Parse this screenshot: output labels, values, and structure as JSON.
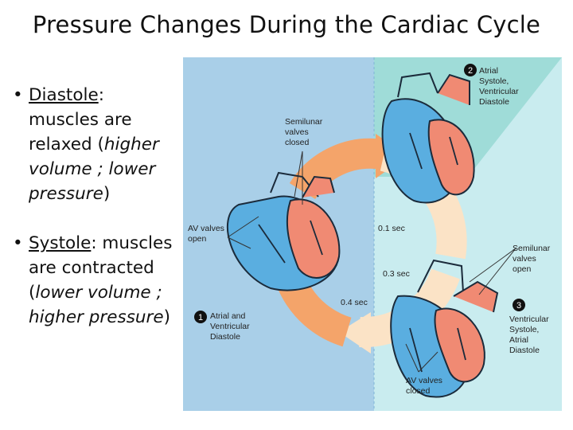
{
  "slide": {
    "title": "Pressure Changes During the Cardiac Cycle",
    "bullets": [
      {
        "term": "Diastole",
        "sep": ": ",
        "line1": "muscles are",
        "line2a": "relaxed (",
        "line2b": "higher",
        "line3": "volume ; lower",
        "line4a": "pressure",
        "line4b": ")"
      },
      {
        "term": "Systole",
        "sep": ": muscles",
        "line1": "are contracted",
        "line2a": "(",
        "line2b": "lower volume ;",
        "line3": "higher pressure",
        "line3b": ")"
      }
    ]
  },
  "diagram": {
    "labels": {
      "semilunar_closed": [
        "Semilunar",
        "valves",
        "closed"
      ],
      "av_open": [
        "AV valves",
        "open"
      ],
      "stage1": [
        "Atrial and",
        "Ventricular",
        "Diastole"
      ],
      "stage2": [
        "Atrial",
        "Systole,",
        "Ventricular",
        "Diastole"
      ],
      "stage3": [
        "Ventricular",
        "Systole,",
        "Atrial",
        "Diastole"
      ],
      "semilunar_open": [
        "Semilunar",
        "valves",
        "open"
      ],
      "av_closed": [
        "AV valves",
        "closed"
      ],
      "t01": "0.1 sec",
      "t03": "0.3 sec",
      "t04": "0.4 sec"
    },
    "step_numbers": [
      "1",
      "2",
      "3"
    ],
    "colors": {
      "diastole_bg": "#a9cfe8",
      "atrial_systole_bg": "#9fdcd8",
      "ventricular_systole_bg": "#c9ecef",
      "arrow_orange": "#f4a46a",
      "arrow_light": "#fbe3c6",
      "deoxy_blue": "#5aaee0",
      "oxy_red": "#f08a73"
    }
  }
}
